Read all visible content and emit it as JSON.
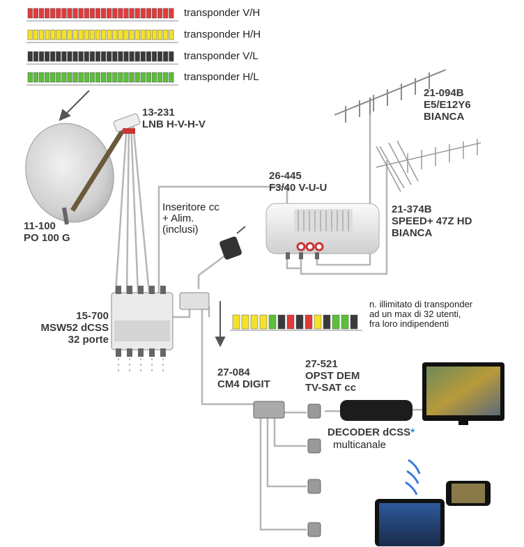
{
  "transponders": [
    {
      "label": "transponder V/H",
      "color": "#e23a3a"
    },
    {
      "label": "transponder H/H",
      "color": "#f4e22a"
    },
    {
      "label": "transponder V/L",
      "color": "#3a3a3a"
    },
    {
      "label": "transponder H/L",
      "color": "#5cbf3a"
    }
  ],
  "lnb": {
    "code": "13-231",
    "name": "LNB H-V-H-V"
  },
  "dish": {
    "code": "11-100",
    "name": "PO 100 G"
  },
  "antenna1": {
    "code": "21-094B",
    "name": "E5/E12Y6",
    "color": "BIANCA"
  },
  "antenna2": {
    "code": "21-374B",
    "name": "SPEED+ 47Z HD",
    "color": "BIANCA"
  },
  "amplifier": {
    "code": "26-445",
    "name": "F3/40 V-U-U"
  },
  "injector": {
    "line1": "Inseritore cc",
    "line2": "+ Alim.",
    "line3": "(inclusi)"
  },
  "multiswitch": {
    "code": "15-700",
    "name": "MSW52 dCSS",
    "ports": "32 porte"
  },
  "note": {
    "line1": "n. illimitato di transponder",
    "line2": "ad un max di 32 utenti,",
    "line3": "fra loro indipendenti"
  },
  "splitter": {
    "code": "27-084",
    "name": "CM4 DIGIT"
  },
  "outlet": {
    "code": "27-521",
    "name": "OPST DEM",
    "sub": "TV-SAT cc"
  },
  "decoder": {
    "name": "DECODER dCSS",
    "star": "*",
    "sub": "multicanale"
  },
  "mixed_strip": [
    "#f4e22a",
    "#f4e22a",
    "#f4e22a",
    "#f4e22a",
    "#5cbf3a",
    "#3a3a3a",
    "#e23a3a",
    "#3a3a3a",
    "#e23a3a",
    "#f4e22a",
    "#3a3a3a",
    "#5cbf3a",
    "#5cbf3a",
    "#3a3a3a"
  ]
}
